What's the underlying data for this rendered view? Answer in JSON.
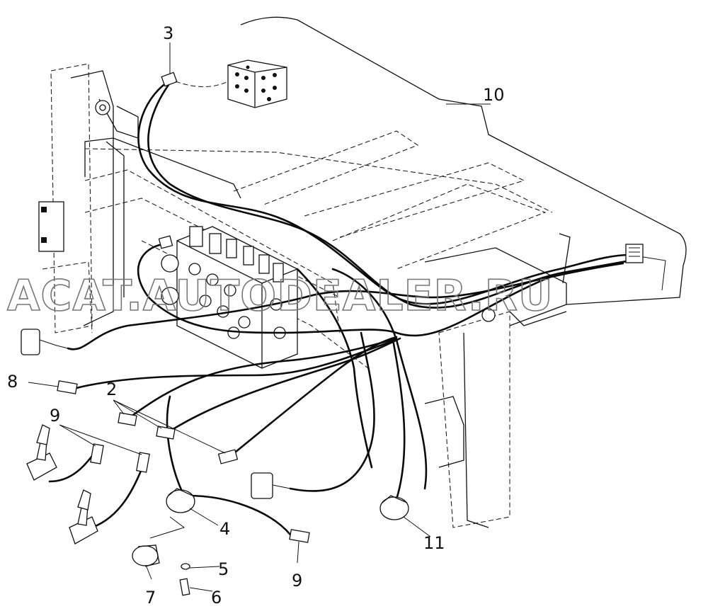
{
  "diagram": {
    "watermark": "ACAT.AUTODEALER.RU",
    "callouts": {
      "c2": "2",
      "c3": "3",
      "c4": "4",
      "c5": "5",
      "c6": "6",
      "c7": "7",
      "c8": "8",
      "c9a": "9",
      "c9b": "9",
      "c10": "10",
      "c11": "11"
    }
  }
}
